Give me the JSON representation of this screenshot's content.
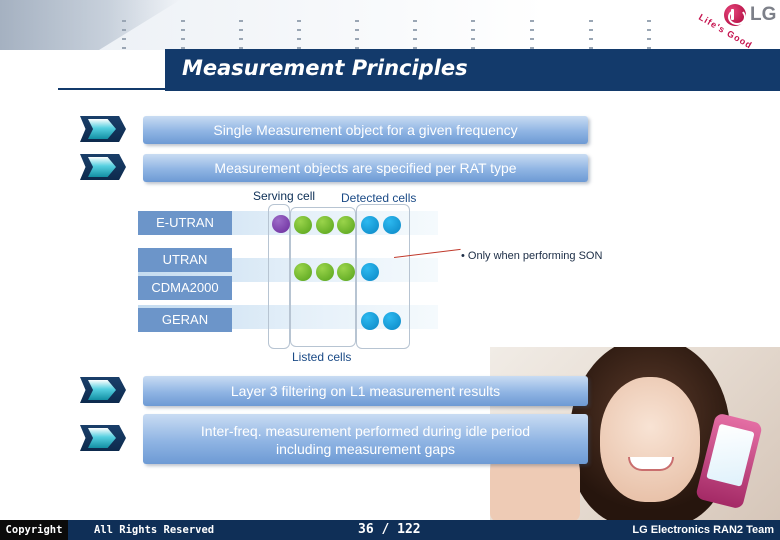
{
  "brand": {
    "logo_text": "LG",
    "slogan": "Life's Good"
  },
  "slide": {
    "title": "Measurement Principles",
    "bullets_top": [
      "Single Measurement object for a given frequency",
      "Measurement objects are specified per RAT type"
    ],
    "bullets_bottom": [
      "Layer 3 filtering on L1 measurement results",
      "Inter-freq. measurement performed during idle period",
      "including measurement gaps"
    ]
  },
  "diagram": {
    "serving_cell_label": "Serving cell",
    "detected_cells_label": "Detected cells",
    "listed_cells_label": "Listed cells",
    "son_note": "• Only when performing SON",
    "rows": [
      "E-UTRAN",
      "UTRAN",
      "CDMA2000",
      "GERAN"
    ],
    "colors": {
      "serving": "#6a2c9c",
      "listed": "#55a21b",
      "detected": "#0a86c4"
    }
  },
  "footer": {
    "copyright": "Copyright",
    "rights": "All Rights Reserved",
    "page": "36 / 122",
    "team": "LG Electronics RAN2 Team"
  }
}
